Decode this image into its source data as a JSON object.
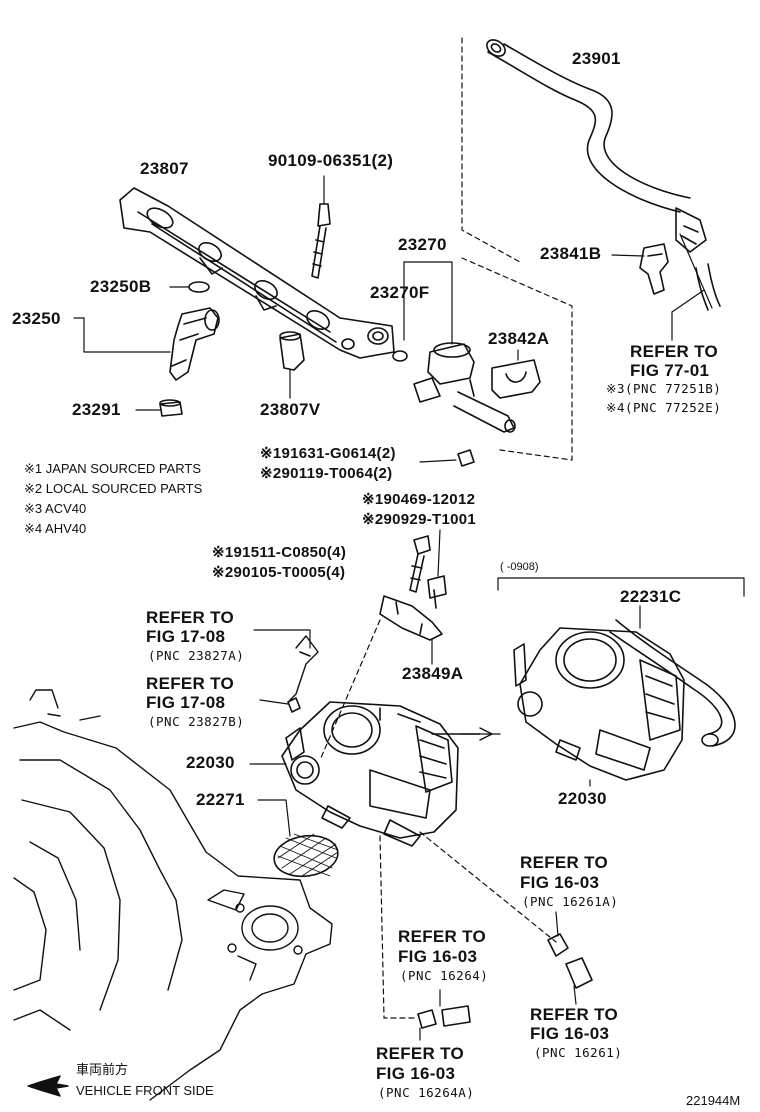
{
  "labels": {
    "p23901": "23901",
    "p23807": "23807",
    "p90109": "90109-06351(2)",
    "p23270": "23270",
    "p23270f": "23270F",
    "p23841b": "23841B",
    "p23250b": "23250B",
    "p23250": "23250",
    "p23842a": "23842A",
    "p23291": "23291",
    "p23807v": "23807V",
    "p22231c": "22231C",
    "p23849a": "23849A",
    "p22030a": "22030",
    "p22030b": "22030",
    "p22271": "22271"
  },
  "refs": {
    "r77_1": "REFER TO",
    "r77_2": "FIG 77-01",
    "r77_3": "※3(PNC 77251B)",
    "r77_4": "※4(PNC 77252E)",
    "r17a_1": "REFER TO",
    "r17a_2": "FIG 17-08",
    "r17a_3": "(PNC 23827A)",
    "r17b_1": "REFER TO",
    "r17b_2": "FIG 17-08",
    "r17b_3": "(PNC 23827B)",
    "r16a_1": "REFER TO",
    "r16a_2": "FIG 16-03",
    "r16a_3": "(PNC 16261A)",
    "r16b_1": "REFER TO",
    "r16b_2": "FIG 16-03",
    "r16b_3": "(PNC 16264)",
    "r16c_1": "REFER TO",
    "r16c_2": "FIG 16-03",
    "r16c_3": "(PNC 16261)",
    "r16d_1": "REFER TO",
    "r16d_2": "FIG 16-03",
    "r16d_3": "(PNC 16264A)"
  },
  "alt_parts": {
    "a1": "※191631-G0614(2)",
    "a2": "※290119-T0064(2)",
    "a3": "※190469-12012",
    "a4": "※290929-T1001",
    "a5": "※191511-C0850(4)",
    "a6": "※290105-T0005(4)"
  },
  "notes": {
    "n1": "※1 JAPAN SOURCED PARTS",
    "n2": "※2 LOCAL SOURCED PARTS",
    "n3": "※3 ACV40",
    "n4": "※4 AHV40"
  },
  "date_range": "(      -0908)",
  "footer": {
    "direction_jp": "車両前方",
    "direction_en": "VEHICLE FRONT SIDE",
    "fig_id": "221944M"
  }
}
